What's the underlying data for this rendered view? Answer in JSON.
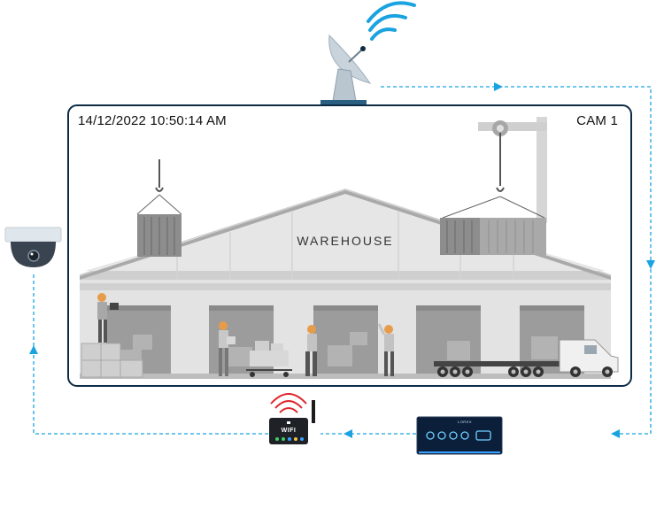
{
  "monitor": {
    "timestamp": "14/12/2022 10:50:14 AM",
    "camera_label": "CAM 1",
    "scene_label": "WAREHOUSE"
  },
  "router": {
    "label": "WIFI"
  },
  "nvr": {
    "brand": "LOREX"
  },
  "colors": {
    "frame": "#0d2b45",
    "link": "#1aa3e0",
    "wifi_signal_blue": "#1aa3e0",
    "wifi_signal_red": "#e0262b",
    "scene_grey": "#9c9c9c",
    "scene_light": "#dcdcdc",
    "worker_orange": "#e69c4a"
  },
  "icons": {
    "satellite": "satellite-dish-icon",
    "camera": "dome-camera-icon",
    "router": "wifi-router-icon",
    "recorder": "nvr-recorder-icon"
  }
}
